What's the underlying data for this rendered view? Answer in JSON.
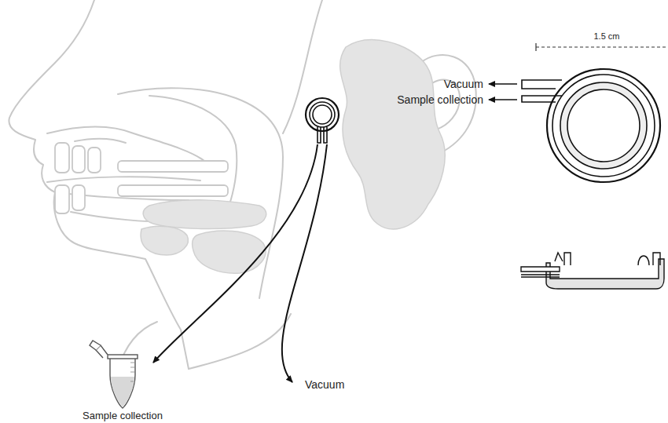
{
  "diagram": {
    "labels": [
      "Vacuum",
      "Sample collection",
      "1.5 cm",
      "Vacuum",
      "Sample collection"
    ]
  }
}
